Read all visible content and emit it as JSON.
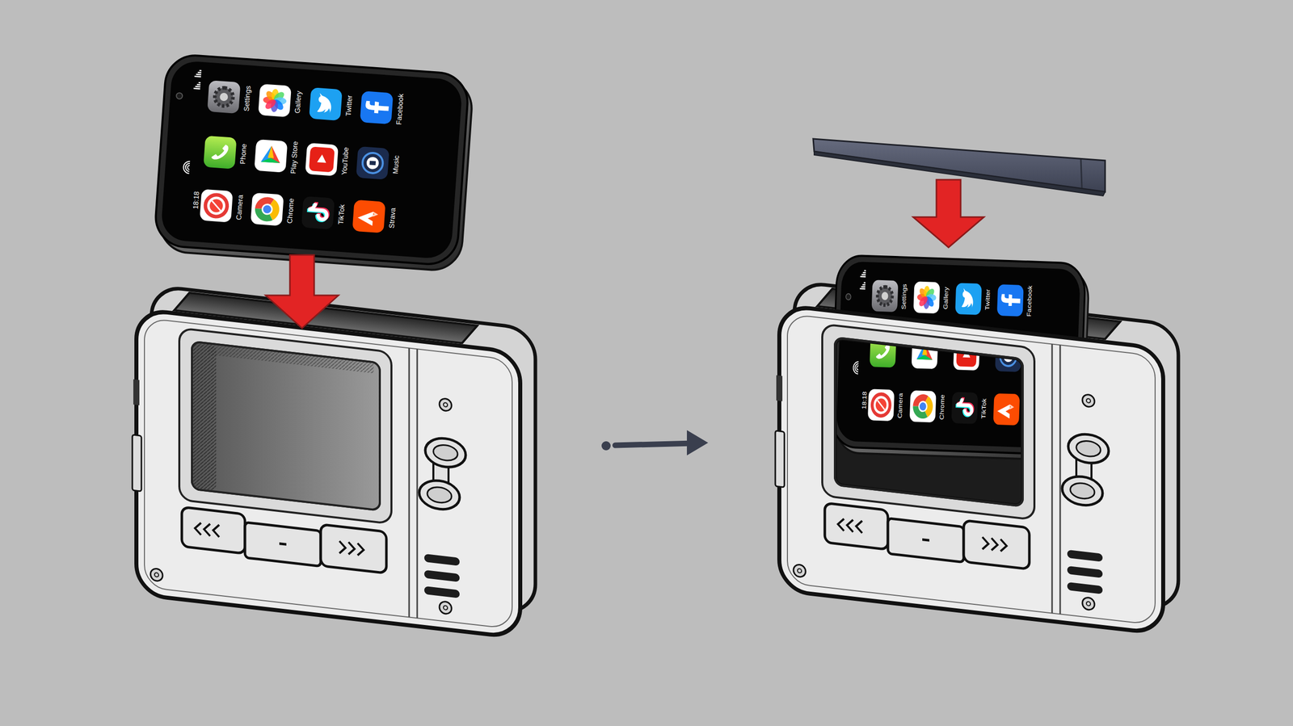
{
  "diagram": {
    "labels": [
      "Settings",
      "Gallery",
      "Twitter",
      "Facebook",
      "Phone",
      "Play Store",
      "YouTube",
      "Music",
      "18:18",
      "Camera",
      "Chrome",
      "TikTok",
      "Strava",
      "Settings",
      "Gallery",
      "Twitter",
      "Facebook",
      "18:18",
      "Camera",
      "Chrome",
      "TikTok"
    ]
  }
}
